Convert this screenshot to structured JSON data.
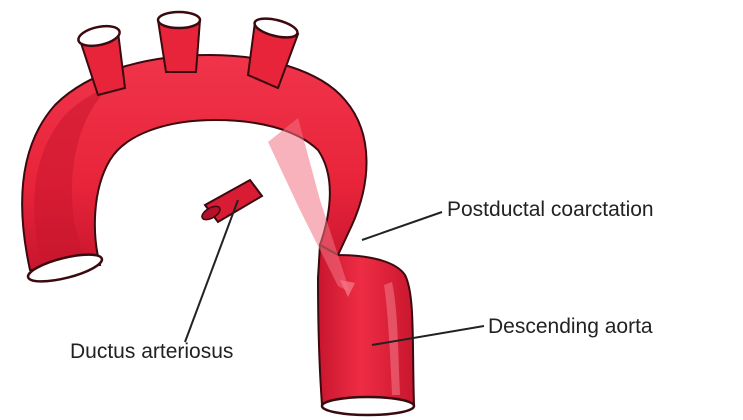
{
  "labels": {
    "postductal_coarctation": "Postductal coarctation",
    "descending_aorta": "Descending aorta",
    "ductus_arteriosus": "Ductus arteriosus"
  },
  "colors": {
    "vessel": "#e8243a",
    "vessel_dark": "#b5122a",
    "vessel_highlight": "#f27384",
    "outline": "#3a0a10",
    "lumen": "#ffffff",
    "leader_line": "#222222",
    "text": "#222222"
  }
}
